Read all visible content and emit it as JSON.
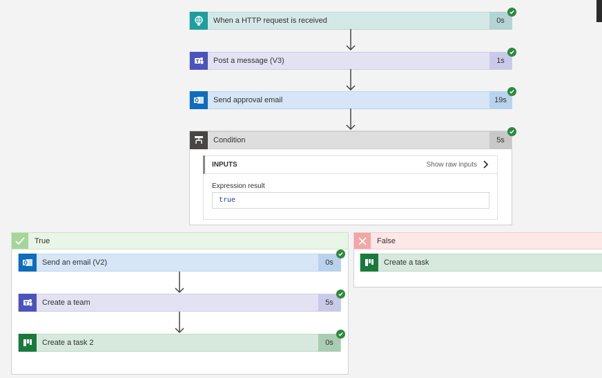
{
  "steps": {
    "http": {
      "label": "When a HTTP request is received",
      "duration": "0s",
      "icon": "globe-icon",
      "color": "#1e9e9e"
    },
    "post": {
      "label": "Post a message (V3)",
      "duration": "1s",
      "icon": "teams-icon",
      "color": "#4b53bc"
    },
    "approval": {
      "label": "Send approval email",
      "duration": "19s",
      "icon": "outlook-icon",
      "color": "#0f6cbd"
    },
    "condition": {
      "label": "Condition",
      "duration": "5s",
      "icon": "condition-icon",
      "color": "#484644"
    }
  },
  "condition_panel": {
    "inputs_label": "INPUTS",
    "show_raw": "Show raw inputs",
    "expression_label": "Expression result",
    "expression_value": "true"
  },
  "branches": {
    "true": {
      "label": "True",
      "steps": [
        {
          "label": "Send an email (V2)",
          "duration": "0s",
          "icon": "outlook-icon"
        },
        {
          "label": "Create a team",
          "duration": "5s",
          "icon": "teams-icon"
        },
        {
          "label": "Create a task 2",
          "duration": "0s",
          "icon": "planner-icon"
        }
      ]
    },
    "false": {
      "label": "False",
      "steps": [
        {
          "label": "Create a task",
          "icon": "planner-icon"
        }
      ]
    }
  }
}
